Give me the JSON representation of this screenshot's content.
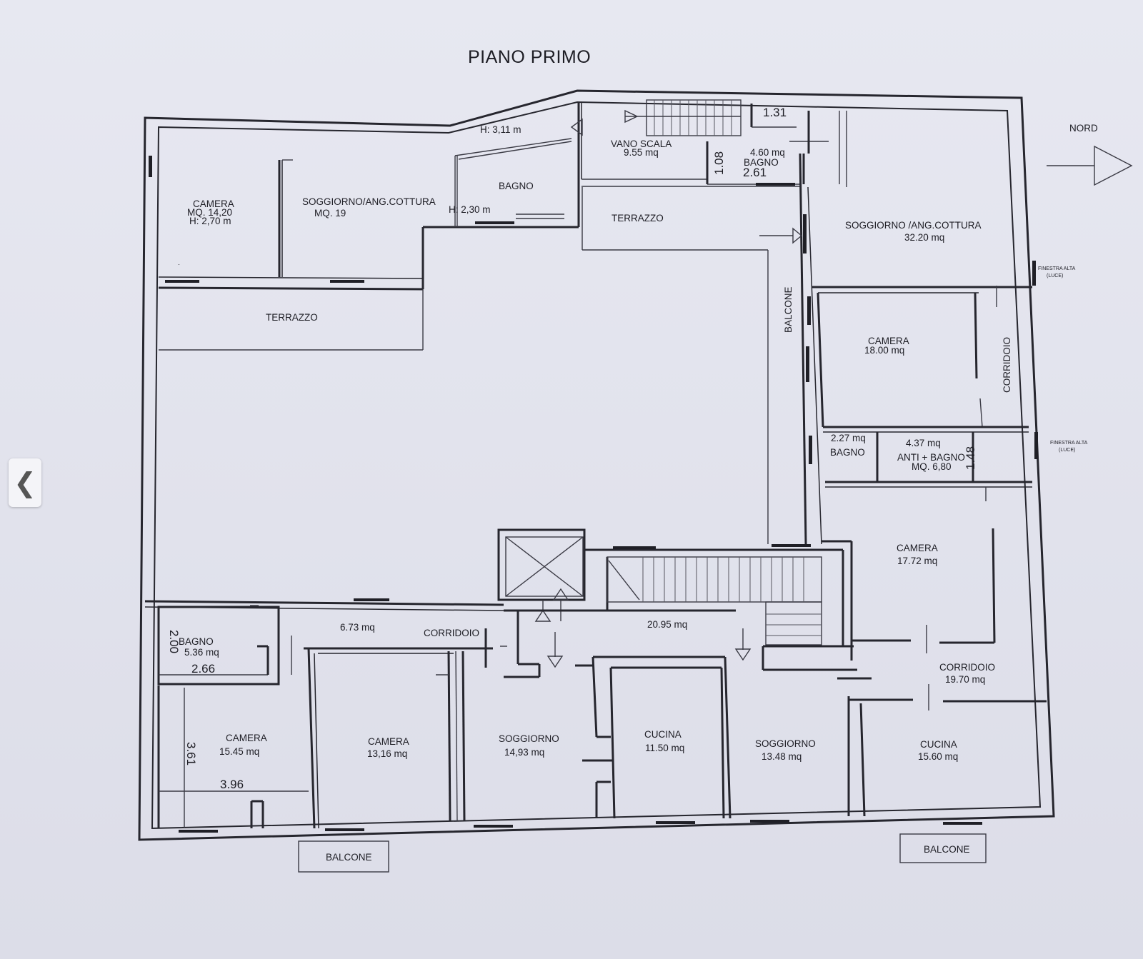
{
  "title": "PIANO PRIMO",
  "compass": {
    "label": "NORD"
  },
  "nav": {
    "back_icon": "chevron-left-icon",
    "back_glyph": "❮"
  },
  "labels": {
    "h311": "H: 3,11 m",
    "h230": "H: 2,30 m",
    "camera_a_1": "CAMERA",
    "camera_a_2": "MQ. 14,20",
    "camera_a_3": "H: 2,70 m",
    "soggiorno_a_1": "SOGGIORNO/ANG.COTTURA",
    "soggiorno_a_2": "MQ. 19",
    "bagno_a": "BAGNO",
    "terrazzo_a": "TERRAZZO",
    "vano_scala_1": "VANO SCALA",
    "vano_scala_2": "9.55 mq",
    "dim_131": "1.31",
    "bagno_b_1": "4.60 mq",
    "bagno_b_2": "BAGNO",
    "dim_108": "1.08",
    "dim_261": "2.61",
    "terrazzo_b": "TERRAZZO",
    "balcone_v": "BALCONE",
    "soggiorno_b_1": "SOGGIORNO /ANG.COTTURA",
    "soggiorno_b_2": "32.20 mq",
    "finestra_1a": "FINESTRA ALTA",
    "finestra_1b": "(LUCE)",
    "camera_b_1": "CAMERA",
    "camera_b_2": "18.00 mq",
    "corridoio_v": "CORRIDOIO",
    "bagno_c_1": "2.27 mq",
    "bagno_c_2": "BAGNO",
    "anti_1": "4.37 mq",
    "anti_2": "ANTI + BAGNO",
    "anti_3": "MQ. 6,80",
    "dim_148": "1.48",
    "finestra_2a": "FINESTRA ALTA",
    "finestra_2b": "(LUCE)",
    "camera_c_1": "CAMERA",
    "camera_c_2": "17.72 mq",
    "corridoio_b_1": "CORRIDOIO",
    "corridoio_b_2": "19.70 mq",
    "cucina_b_1": "CUCINA",
    "cucina_b_2": "15.60 mq",
    "soggiorno_d_1": "SOGGIORNO",
    "soggiorno_d_2": "13.48 mq",
    "cucina_a_1": "CUCINA",
    "cucina_a_2": "11.50 mq",
    "area_2095": "20.95 mq",
    "soggiorno_c_1": "SOGGIORNO",
    "soggiorno_c_2": "14,93 mq",
    "corridoio_a": "CORRIDOIO",
    "area_673": "6.73 mq",
    "bagno_d_1": "BAGNO",
    "bagno_d_2": "5.36 mq",
    "dim_200": "2.00",
    "dim_266": "2.66",
    "camera_d_1": "CAMERA",
    "camera_d_2": "15.45 mq",
    "dim_361": "3.61",
    "dim_396": "3.96",
    "camera_e_1": "CAMERA",
    "camera_e_2": "13,16 mq",
    "balcone_a": "BALCONE",
    "balcone_b": "BALCONE"
  }
}
